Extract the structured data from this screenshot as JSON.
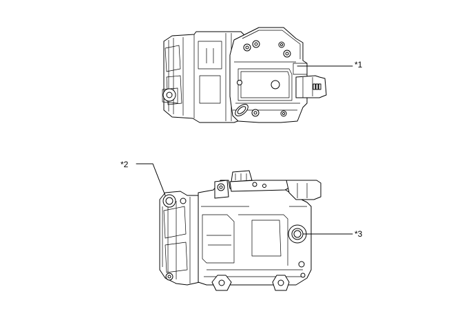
{
  "diagram": {
    "callouts": [
      {
        "id": "c1",
        "label": "*1"
      },
      {
        "id": "c2",
        "label": "*2"
      },
      {
        "id": "c3",
        "label": "*3"
      }
    ],
    "line_color": "#000000",
    "background": "#ffffff"
  }
}
